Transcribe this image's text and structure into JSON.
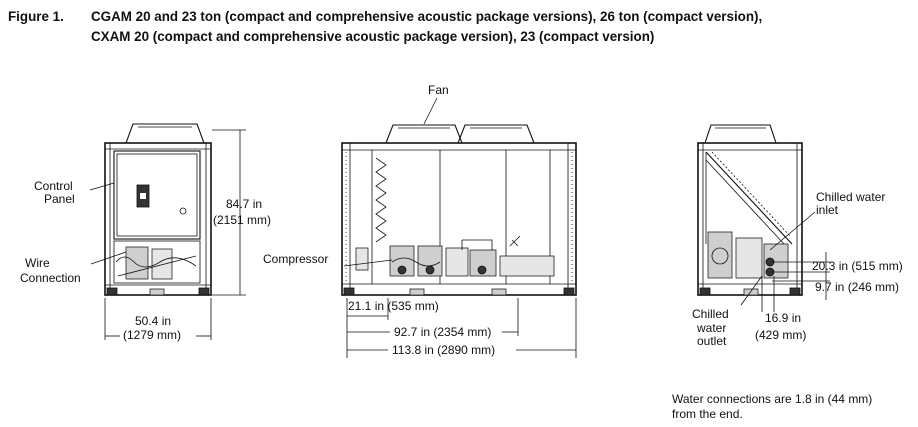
{
  "caption": {
    "figure_number": "Figure 1.",
    "line1": "CGAM 20 and 23 ton (compact and comprehensive acoustic package versions), 26 ton (compact version),",
    "line2": "CXAM 20 (compact and comprehensive acoustic package version), 23 (compact version)"
  },
  "front_view": {
    "control_panel_label": [
      "Control",
      "Panel"
    ],
    "wire_connection_label": [
      "Wire",
      "Connection"
    ],
    "height_dim": [
      "84.7 in",
      "(2151 mm)"
    ],
    "width_dim": [
      "50.4 in",
      "(1279 mm)"
    ]
  },
  "side_view": {
    "fan_label": "Fan",
    "compressor_label": "Compressor",
    "dim_21": "21.1 in (535 mm)",
    "dim_92": "92.7 in (2354 mm)",
    "dim_113": "113.8 in  (2890 mm)"
  },
  "end_view": {
    "chilled_inlet_label": [
      "Chilled water",
      "inlet"
    ],
    "chilled_outlet_label": [
      "Chilled",
      "water",
      "outlet"
    ],
    "dim_20": "20.3 in (515 mm)",
    "dim_9": "9.7 in (246 mm)",
    "dim_16": [
      "16.9 in",
      "(429 mm)"
    ]
  },
  "note": [
    "Water connections are 1.8 in (44 mm)",
    "from the end."
  ]
}
